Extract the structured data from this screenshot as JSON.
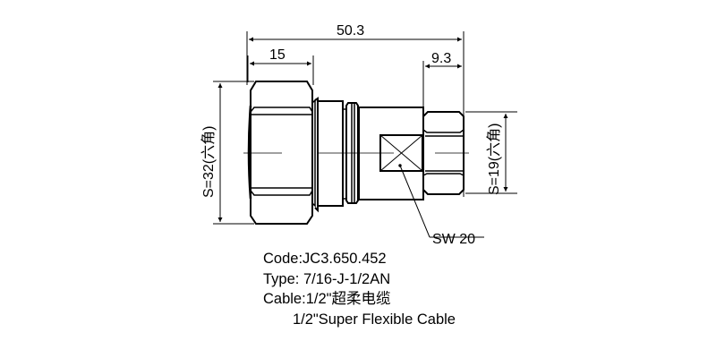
{
  "drawing": {
    "dimensions": {
      "overall_length": "50.3",
      "nut_length": "15",
      "rear_hex_length": "9.3",
      "front_hex_size": "S=32(六角)",
      "rear_hex_size": "S=19(六角)",
      "wrench_flat": "SW 20"
    },
    "info": {
      "code": "Code:JC3.650.452",
      "type": "Type: 7/16-J-1/2AN",
      "cable_cn": "Cable:1/2\"超柔电缆",
      "cable_en": "1/2\"Super Flexible Cable"
    },
    "colors": {
      "line": "#000000",
      "background": "#ffffff"
    }
  }
}
